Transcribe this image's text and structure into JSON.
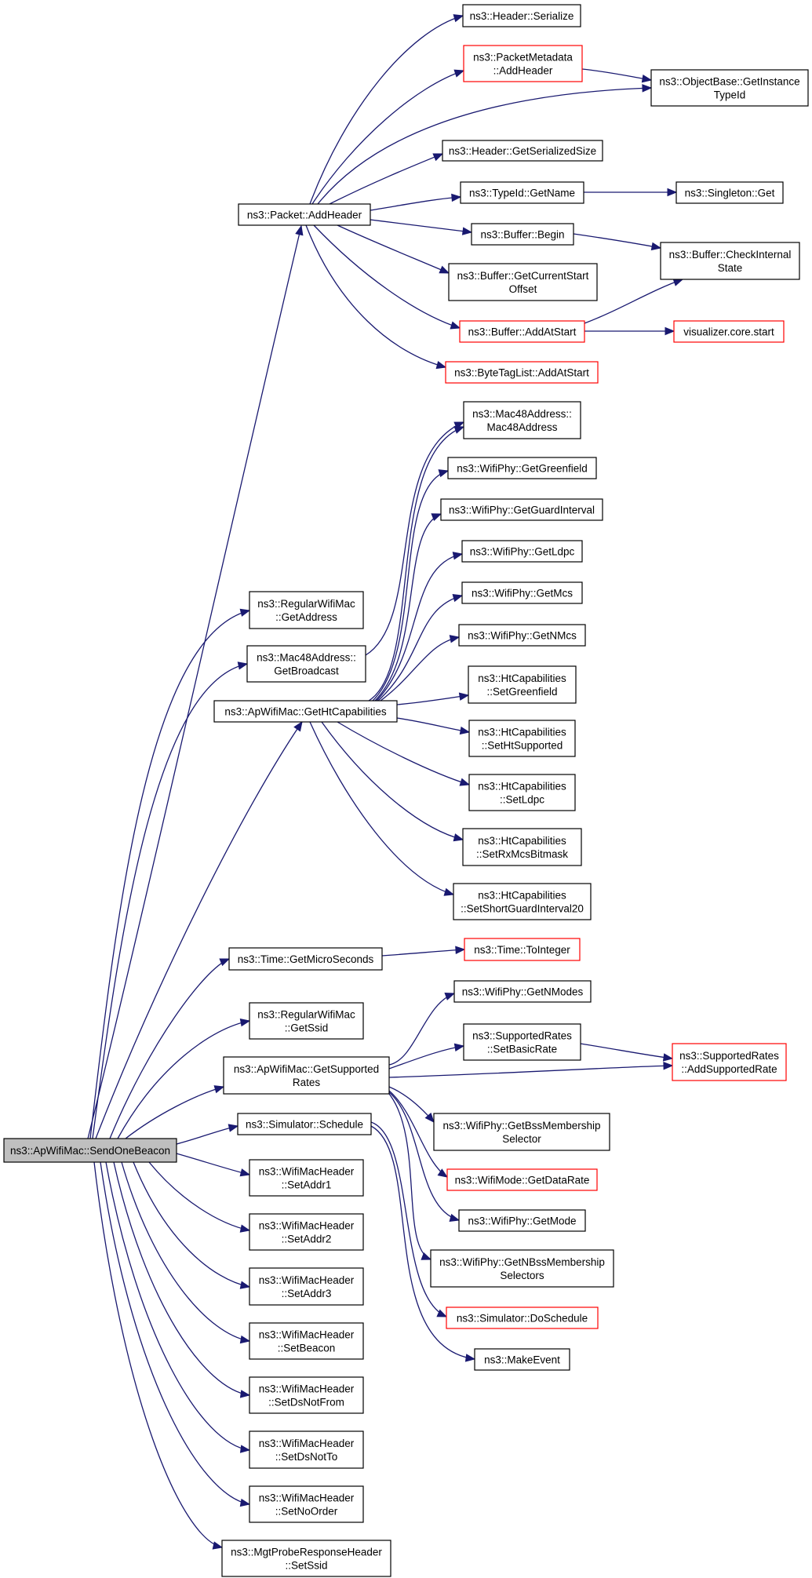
{
  "graph": {
    "edge_color": "#191970",
    "highlight_border": "#ff0000",
    "root_fill": "#bfbfbf",
    "nodes": [
      {
        "id": "root",
        "lines": [
          "ns3::ApWifiMac::SendOneBeacon"
        ],
        "style": "root"
      },
      {
        "id": "addHeader",
        "lines": [
          "ns3::Packet::AddHeader"
        ]
      },
      {
        "id": "hdrSerialize",
        "lines": [
          "ns3::Header::Serialize"
        ]
      },
      {
        "id": "pmAddHeader",
        "lines": [
          "ns3::PacketMetadata",
          "::AddHeader"
        ],
        "style": "red"
      },
      {
        "id": "getInstTypeId",
        "lines": [
          "ns3::ObjectBase::GetInstance",
          "TypeId"
        ]
      },
      {
        "id": "getSerSize",
        "lines": [
          "ns3::Header::GetSerializedSize"
        ]
      },
      {
        "id": "typeIdGetName",
        "lines": [
          "ns3::TypeId::GetName"
        ]
      },
      {
        "id": "singletonGet",
        "lines": [
          "ns3::Singleton::Get"
        ]
      },
      {
        "id": "bufBegin",
        "lines": [
          "ns3::Buffer::Begin"
        ]
      },
      {
        "id": "bufCheck",
        "lines": [
          "ns3::Buffer::CheckInternal",
          "State"
        ]
      },
      {
        "id": "bufGetCur",
        "lines": [
          "ns3::Buffer::GetCurrentStart",
          "Offset"
        ]
      },
      {
        "id": "bufAddAtStart",
        "lines": [
          "ns3::Buffer::AddAtStart"
        ],
        "style": "red"
      },
      {
        "id": "vizStart",
        "lines": [
          "visualizer.core.start"
        ],
        "style": "red"
      },
      {
        "id": "btlAddAtStart",
        "lines": [
          "ns3::ByteTagList::AddAtStart"
        ],
        "style": "red"
      },
      {
        "id": "mac48Ctor",
        "lines": [
          "ns3::Mac48Address::",
          "Mac48Address"
        ]
      },
      {
        "id": "phyGreen",
        "lines": [
          "ns3::WifiPhy::GetGreenfield"
        ]
      },
      {
        "id": "phyGuard",
        "lines": [
          "ns3::WifiPhy::GetGuardInterval"
        ]
      },
      {
        "id": "phyLdpc",
        "lines": [
          "ns3::WifiPhy::GetLdpc"
        ]
      },
      {
        "id": "phyMcs",
        "lines": [
          "ns3::WifiPhy::GetMcs"
        ]
      },
      {
        "id": "phyNMcs",
        "lines": [
          "ns3::WifiPhy::GetNMcs"
        ]
      },
      {
        "id": "htSetGreen",
        "lines": [
          "ns3::HtCapabilities",
          "::SetGreenfield"
        ]
      },
      {
        "id": "htSetHtSup",
        "lines": [
          "ns3::HtCapabilities",
          "::SetHtSupported"
        ]
      },
      {
        "id": "htSetLdpc",
        "lines": [
          "ns3::HtCapabilities",
          "::SetLdpc"
        ]
      },
      {
        "id": "htSetRxMcs",
        "lines": [
          "ns3::HtCapabilities",
          "::SetRxMcsBitmask"
        ]
      },
      {
        "id": "htSetSgi",
        "lines": [
          "ns3::HtCapabilities",
          "::SetShortGuardInterval20"
        ]
      },
      {
        "id": "regGetAddr",
        "lines": [
          "ns3::RegularWifiMac",
          "::GetAddress"
        ]
      },
      {
        "id": "macGetBcast",
        "lines": [
          "ns3::Mac48Address::",
          "GetBroadcast"
        ]
      },
      {
        "id": "apGetHt",
        "lines": [
          "ns3::ApWifiMac::GetHtCapabilities"
        ]
      },
      {
        "id": "timeMicro",
        "lines": [
          "ns3::Time::GetMicroSeconds"
        ]
      },
      {
        "id": "timeToInt",
        "lines": [
          "ns3::Time::ToInteger"
        ],
        "style": "red"
      },
      {
        "id": "regGetSsid",
        "lines": [
          "ns3::RegularWifiMac",
          "::GetSsid"
        ]
      },
      {
        "id": "apGetSupRates",
        "lines": [
          "ns3::ApWifiMac::GetSupported",
          "Rates"
        ]
      },
      {
        "id": "phyNModes",
        "lines": [
          "ns3::WifiPhy::GetNModes"
        ]
      },
      {
        "id": "srSetBasic",
        "lines": [
          "ns3::SupportedRates",
          "::SetBasicRate"
        ]
      },
      {
        "id": "srAddSup",
        "lines": [
          "ns3::SupportedRates",
          "::AddSupportedRate"
        ],
        "style": "red"
      },
      {
        "id": "simSchedule",
        "lines": [
          "ns3::Simulator::Schedule"
        ]
      },
      {
        "id": "phyBssSel",
        "lines": [
          "ns3::WifiPhy::GetBssMembership",
          "Selector"
        ]
      },
      {
        "id": "modeDataRate",
        "lines": [
          "ns3::WifiMode::GetDataRate"
        ],
        "style": "red"
      },
      {
        "id": "phyGetMode",
        "lines": [
          "ns3::WifiPhy::GetMode"
        ]
      },
      {
        "id": "phyNBssSel",
        "lines": [
          "ns3::WifiPhy::GetNBssMembership",
          "Selectors"
        ]
      },
      {
        "id": "simDoSched",
        "lines": [
          "ns3::Simulator::DoSchedule"
        ],
        "style": "red"
      },
      {
        "id": "makeEvent",
        "lines": [
          "ns3::MakeEvent"
        ]
      },
      {
        "id": "whAddr1",
        "lines": [
          "ns3::WifiMacHeader",
          "::SetAddr1"
        ]
      },
      {
        "id": "whAddr2",
        "lines": [
          "ns3::WifiMacHeader",
          "::SetAddr2"
        ]
      },
      {
        "id": "whAddr3",
        "lines": [
          "ns3::WifiMacHeader",
          "::SetAddr3"
        ]
      },
      {
        "id": "whBeacon",
        "lines": [
          "ns3::WifiMacHeader",
          "::SetBeacon"
        ]
      },
      {
        "id": "whDsNotFrom",
        "lines": [
          "ns3::WifiMacHeader",
          "::SetDsNotFrom"
        ]
      },
      {
        "id": "whDsNotTo",
        "lines": [
          "ns3::WifiMacHeader",
          "::SetDsNotTo"
        ]
      },
      {
        "id": "whNoOrder",
        "lines": [
          "ns3::WifiMacHeader",
          "::SetNoOrder"
        ]
      },
      {
        "id": "mgtSetSsid",
        "lines": [
          "ns3::MgtProbeResponseHeader",
          "::SetSsid"
        ]
      }
    ],
    "edges": [
      [
        "root",
        "addHeader"
      ],
      [
        "root",
        "regGetAddr"
      ],
      [
        "root",
        "macGetBcast"
      ],
      [
        "root",
        "apGetHt"
      ],
      [
        "root",
        "timeMicro"
      ],
      [
        "root",
        "regGetSsid"
      ],
      [
        "root",
        "apGetSupRates"
      ],
      [
        "root",
        "simSchedule"
      ],
      [
        "root",
        "whAddr1"
      ],
      [
        "root",
        "whAddr2"
      ],
      [
        "root",
        "whAddr3"
      ],
      [
        "root",
        "whBeacon"
      ],
      [
        "root",
        "whDsNotFrom"
      ],
      [
        "root",
        "whDsNotTo"
      ],
      [
        "root",
        "whNoOrder"
      ],
      [
        "root",
        "mgtSetSsid"
      ],
      [
        "addHeader",
        "hdrSerialize"
      ],
      [
        "addHeader",
        "pmAddHeader"
      ],
      [
        "addHeader",
        "getInstTypeId"
      ],
      [
        "addHeader",
        "getSerSize"
      ],
      [
        "addHeader",
        "typeIdGetName"
      ],
      [
        "addHeader",
        "bufBegin"
      ],
      [
        "addHeader",
        "bufGetCur"
      ],
      [
        "addHeader",
        "bufAddAtStart"
      ],
      [
        "addHeader",
        "btlAddAtStart"
      ],
      [
        "pmAddHeader",
        "getInstTypeId"
      ],
      [
        "typeIdGetName",
        "singletonGet"
      ],
      [
        "bufBegin",
        "bufCheck"
      ],
      [
        "bufAddAtStart",
        "bufCheck"
      ],
      [
        "bufAddAtStart",
        "vizStart"
      ],
      [
        "macGetBcast",
        "mac48Ctor"
      ],
      [
        "apGetHt",
        "mac48Ctor"
      ],
      [
        "apGetHt",
        "phyGreen"
      ],
      [
        "apGetHt",
        "phyGuard"
      ],
      [
        "apGetHt",
        "phyLdpc"
      ],
      [
        "apGetHt",
        "phyMcs"
      ],
      [
        "apGetHt",
        "phyNMcs"
      ],
      [
        "apGetHt",
        "htSetGreen"
      ],
      [
        "apGetHt",
        "htSetHtSup"
      ],
      [
        "apGetHt",
        "htSetLdpc"
      ],
      [
        "apGetHt",
        "htSetRxMcs"
      ],
      [
        "apGetHt",
        "htSetSgi"
      ],
      [
        "timeMicro",
        "timeToInt"
      ],
      [
        "apGetSupRates",
        "phyNModes"
      ],
      [
        "apGetSupRates",
        "srSetBasic"
      ],
      [
        "apGetSupRates",
        "srAddSup"
      ],
      [
        "apGetSupRates",
        "phyBssSel"
      ],
      [
        "apGetSupRates",
        "modeDataRate"
      ],
      [
        "apGetSupRates",
        "phyGetMode"
      ],
      [
        "apGetSupRates",
        "phyNBssSel"
      ],
      [
        "srSetBasic",
        "srAddSup"
      ],
      [
        "simSchedule",
        "simDoSched"
      ],
      [
        "simSchedule",
        "makeEvent"
      ]
    ]
  }
}
